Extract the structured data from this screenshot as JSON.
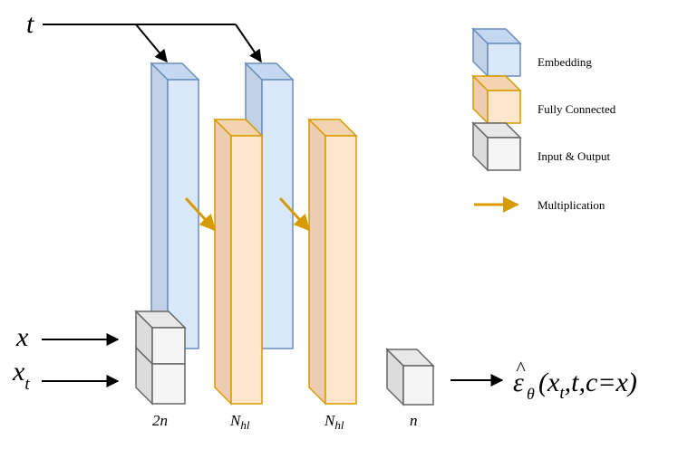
{
  "inputs": {
    "t": "t",
    "x": "x",
    "xt_main": "x",
    "xt_sub": "t"
  },
  "dims": {
    "in": "2n",
    "hl1_main": "N",
    "hl1_sub": "hl",
    "hl2_main": "N",
    "hl2_sub": "hl",
    "out": "n"
  },
  "output": {
    "eps": "ε",
    "hat": "^",
    "theta": "θ",
    "open": "(",
    "x": "x",
    "t_sub": "t",
    "rest": ",t,c=x)"
  },
  "legend": {
    "embedding": "Embedding",
    "fully_connected": "Fully Connected",
    "input_output": "Input & Output",
    "multiplication": "Multiplication"
  },
  "colors": {
    "embedding_face": "#dae8fc",
    "embedding_stroke": "#6c8ebf",
    "fc_face": "#ffe6cc",
    "fc_stroke": "#d79b00",
    "io_face": "#f5f5f5",
    "io_stroke": "#666666",
    "arrow": "#d79b00"
  }
}
